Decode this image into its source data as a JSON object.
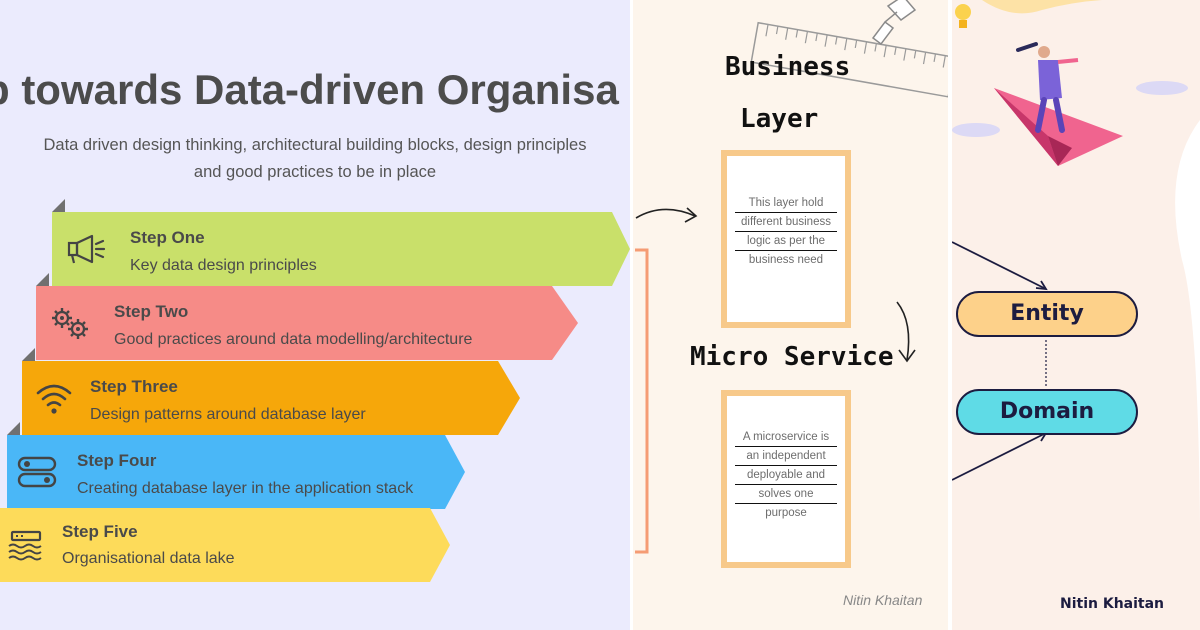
{
  "panel1": {
    "title": "p towards Data-driven Organisa",
    "subtitle": "Data driven design thinking, architectural building blocks, design principles and good practices to be in place",
    "steps": [
      {
        "title": "Step One",
        "desc": "Key data design principles",
        "color": "#c9e06a",
        "icon": "megaphone-icon"
      },
      {
        "title": "Step Two",
        "desc": "Good practices around data modelling/architecture",
        "color": "#f68b87",
        "icon": "gears-icon"
      },
      {
        "title": "Step Three",
        "desc": "Design patterns around database layer",
        "color": "#f6a70a",
        "icon": "wifi-icon"
      },
      {
        "title": "Step Four",
        "desc": "Creating database layer in the application stack",
        "color": "#4ab7f7",
        "icon": "toggles-icon"
      },
      {
        "title": "Step Five",
        "desc": "Organisational data lake",
        "color": "#fddb5a",
        "icon": "database-icon"
      }
    ]
  },
  "panel2": {
    "business_line1": "Business",
    "business_line2": "Layer",
    "business_card_lines": [
      "This layer hold",
      "different business",
      "logic as per the",
      "business need"
    ],
    "micro_title": "Micro Service",
    "micro_card_lines": [
      "A microservice is",
      "an independent",
      "deployable and",
      "solves one",
      "purpose"
    ],
    "author": "Nitin Khaitan",
    "accent": "#f7c98a"
  },
  "panel3": {
    "entity": "Entity",
    "domain": "Domain",
    "author": "Nitin Khaitan",
    "entity_color": "#fdd18a",
    "domain_color": "#5fdbe6"
  }
}
